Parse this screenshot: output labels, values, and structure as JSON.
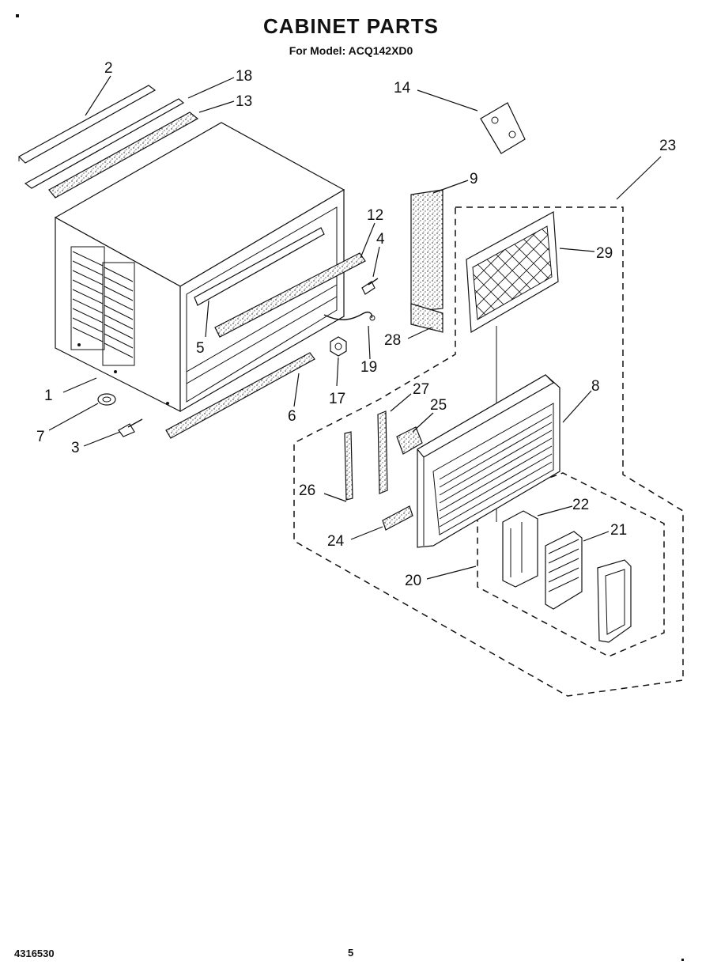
{
  "header": {
    "title": "CABINET PARTS",
    "subtitle": "For Model: ACQ142XD0"
  },
  "footer": {
    "doc_number": "4316530",
    "page_number": "5"
  },
  "callouts": {
    "c1": "1",
    "c2": "2",
    "c3": "3",
    "c4": "4",
    "c5": "5",
    "c6": "6",
    "c7": "7",
    "c8": "8",
    "c9": "9",
    "c12": "12",
    "c13": "13",
    "c14": "14",
    "c17": "17",
    "c18": "18",
    "c19": "19",
    "c20": "20",
    "c21": "21",
    "c22": "22",
    "c23": "23",
    "c24": "24",
    "c25": "25",
    "c26": "26",
    "c27": "27",
    "c28": "28",
    "c29": "29"
  }
}
